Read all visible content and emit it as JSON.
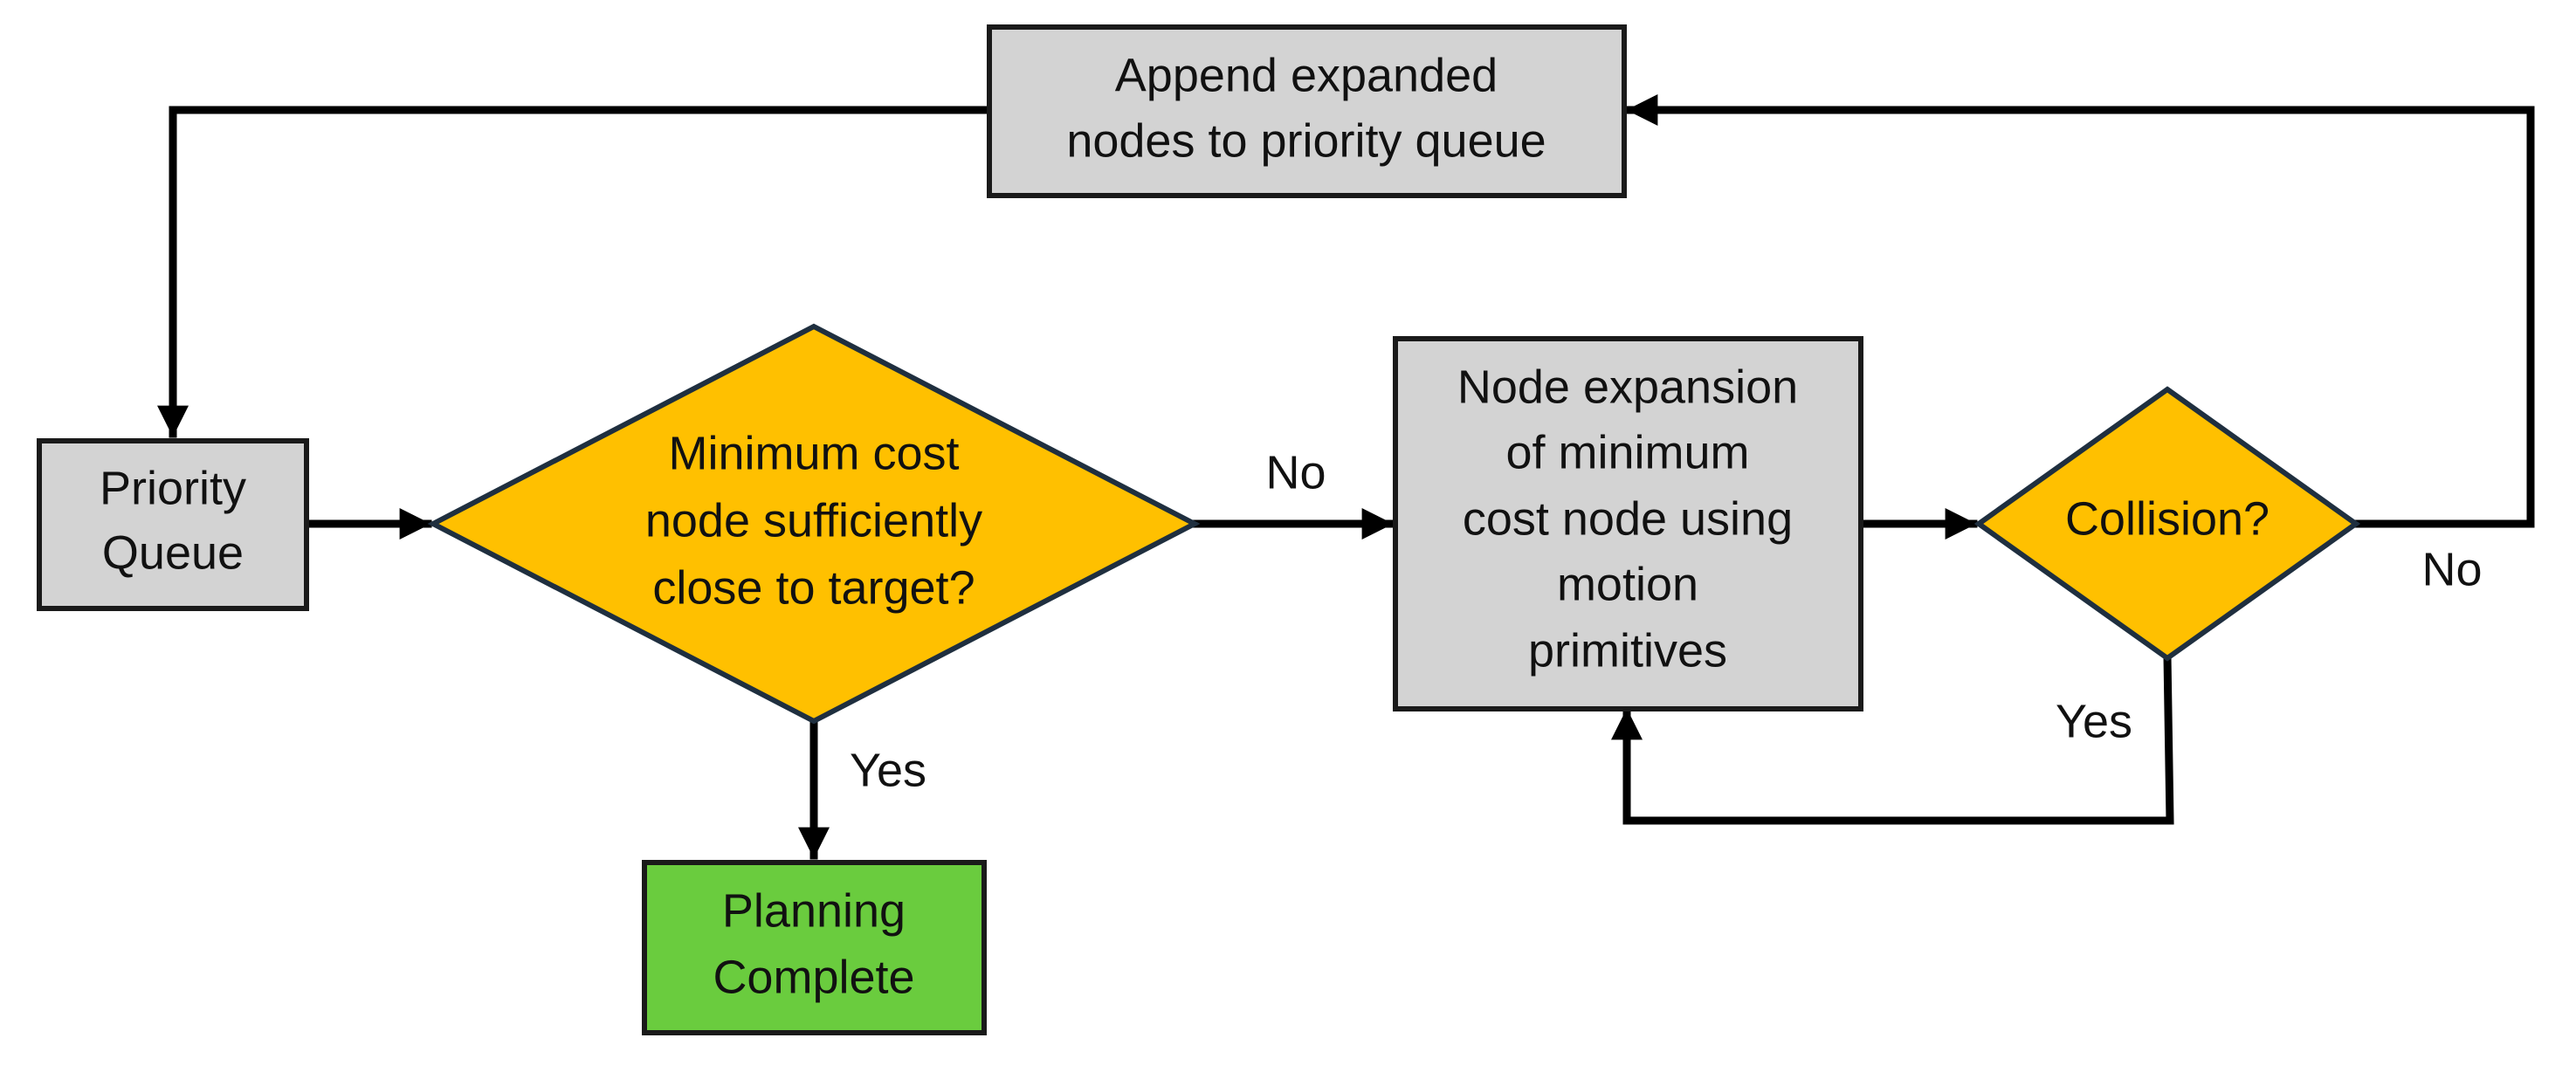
{
  "colors": {
    "process_fill": "#d3d3d3",
    "decision_fill": "#ffc000",
    "terminal_fill": "#6acc3e",
    "line": "#000000"
  },
  "nodes": {
    "append": {
      "lines": [
        "Append expanded",
        "nodes to priority queue"
      ]
    },
    "priority_queue": {
      "lines": [
        "Priority",
        "Queue"
      ]
    },
    "min_cost_check": {
      "lines": [
        "Minimum cost",
        "node sufficiently",
        "close to target?"
      ]
    },
    "node_expansion": {
      "lines": [
        "Node expansion",
        "of minimum",
        "cost node using",
        "motion",
        "primitives"
      ]
    },
    "collision": {
      "lines": [
        "Collision?"
      ]
    },
    "planning_complete": {
      "lines": [
        "Planning",
        "Complete"
      ]
    }
  },
  "edge_labels": {
    "min_cost_no": "No",
    "min_cost_yes": "Yes",
    "collision_yes": "Yes",
    "collision_no": "No"
  }
}
